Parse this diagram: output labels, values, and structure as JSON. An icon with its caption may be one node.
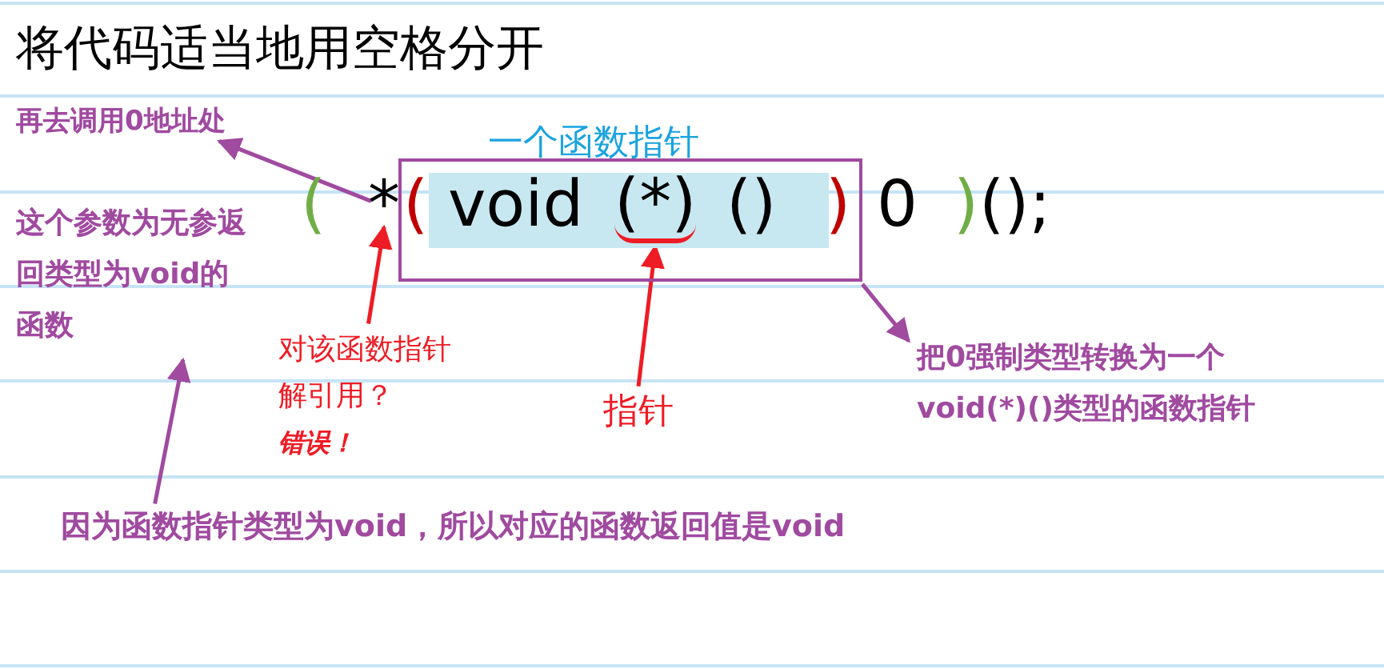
{
  "diagram": {
    "title": "将代码适当地用空格分开",
    "nodes": [
      {
        "text": [
          "再去调用0地址处"
        ]
      },
      {
        "text": [
          "一个函数指针"
        ]
      },
      {
        "text": [
          "(*)"
        ],
        "in": 1
      },
      {
        "text": [
          "这个参数为无参返回类型为void的函数"
        ]
      },
      {
        "text": [
          "*"
        ]
      },
      {
        "text": [
          "对该函数指针解引用？",
          "错误！"
        ]
      },
      {
        "text": [
          "指针"
        ]
      },
      {
        "text": [
          "把0强制类型转换为一个void(*)()类型的函数指针"
        ]
      },
      {
        "text": [
          "因为函数指针类型为void，所以对应的函数返回值是void"
        ]
      }
    ],
    "edges": [
      {
        "from": 4,
        "to": 0,
        "arrow": "to"
      },
      {
        "from": 5,
        "to": 4,
        "arrow": "to",
        "color": "#ee1c25"
      },
      {
        "from": 6,
        "to": 2,
        "arrow": "to",
        "color": "#ee1c25"
      },
      {
        "from": 1,
        "to": 7,
        "arrow": "to"
      },
      {
        "from": 8,
        "to": 3,
        "arrow": "to"
      }
    ],
    "labels": [
      "(",
      "(",
      "void",
      "()",
      ")",
      "0",
      ")",
      "();"
    ]
  }
}
